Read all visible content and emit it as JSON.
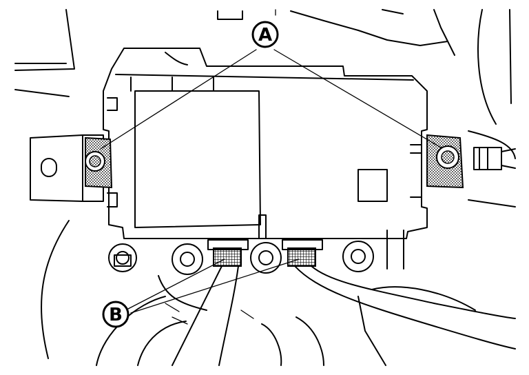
{
  "callouts": [
    {
      "id": "A",
      "label": "A"
    },
    {
      "id": "B",
      "label": "B"
    }
  ],
  "colors": {
    "ink": "#000000",
    "paper": "#ffffff",
    "hatch": "#000000"
  }
}
